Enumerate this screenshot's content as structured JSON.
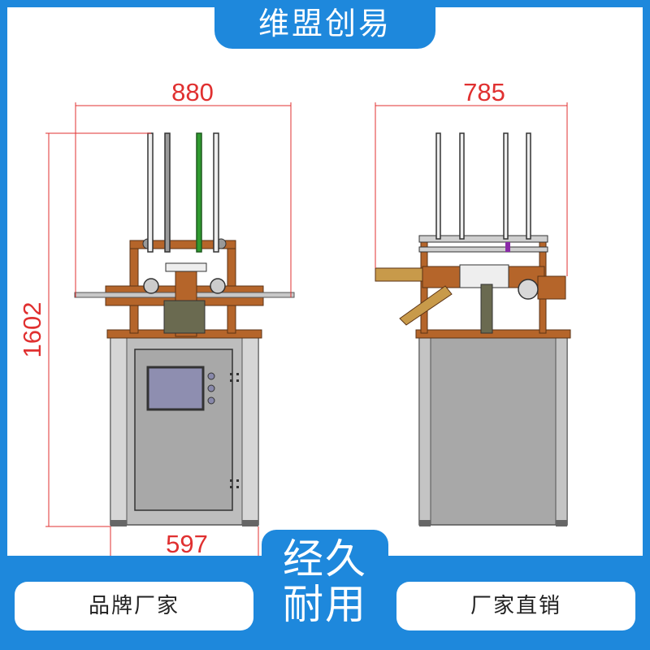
{
  "header": {
    "brand": "维盟创易"
  },
  "drawing": {
    "front_width": "880",
    "front_height": "1602",
    "base_width": "597",
    "side_width": "785"
  },
  "slogan": {
    "line1": "经久",
    "line2": "耐用"
  },
  "badges": {
    "left": "品牌厂家",
    "right": "厂家直销"
  },
  "colors": {
    "accent": "#1e88dc",
    "dimension": "#e03030",
    "frame_steel": "#b5652a",
    "cabinet": "#a8a8a8"
  }
}
